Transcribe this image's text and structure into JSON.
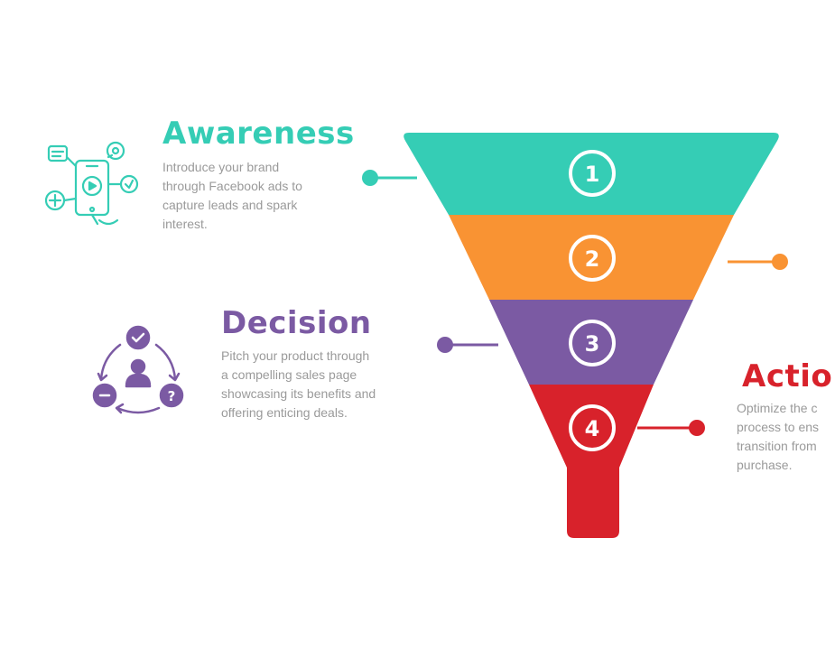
{
  "colors": {
    "teal": "#35cdb5",
    "orange": "#f99333",
    "purple": "#7b5aa3",
    "red": "#d8222b",
    "text_gray": "#9a9a9a"
  },
  "stages": [
    {
      "number": "1",
      "title": "Awareness",
      "description_lines": [
        "Introduce your brand",
        "through Facebook ads to",
        "capture leads and spark",
        "interest."
      ],
      "color": "#35cdb5",
      "icon": "smartphone-network-icon"
    },
    {
      "number": "2",
      "color": "#f99333"
    },
    {
      "number": "3",
      "title": "Decision",
      "description_lines": [
        "Pitch your product through",
        "a compelling sales page",
        "showcasing its benefits and",
        "offering enticing deals."
      ],
      "color": "#7b5aa3",
      "icon": "decision-cycle-icon"
    },
    {
      "number": "4",
      "title": "Action",
      "description_lines": [
        "Optimize the c",
        "process to ens",
        "transition from",
        "purchase."
      ],
      "color": "#d8222b"
    }
  ]
}
